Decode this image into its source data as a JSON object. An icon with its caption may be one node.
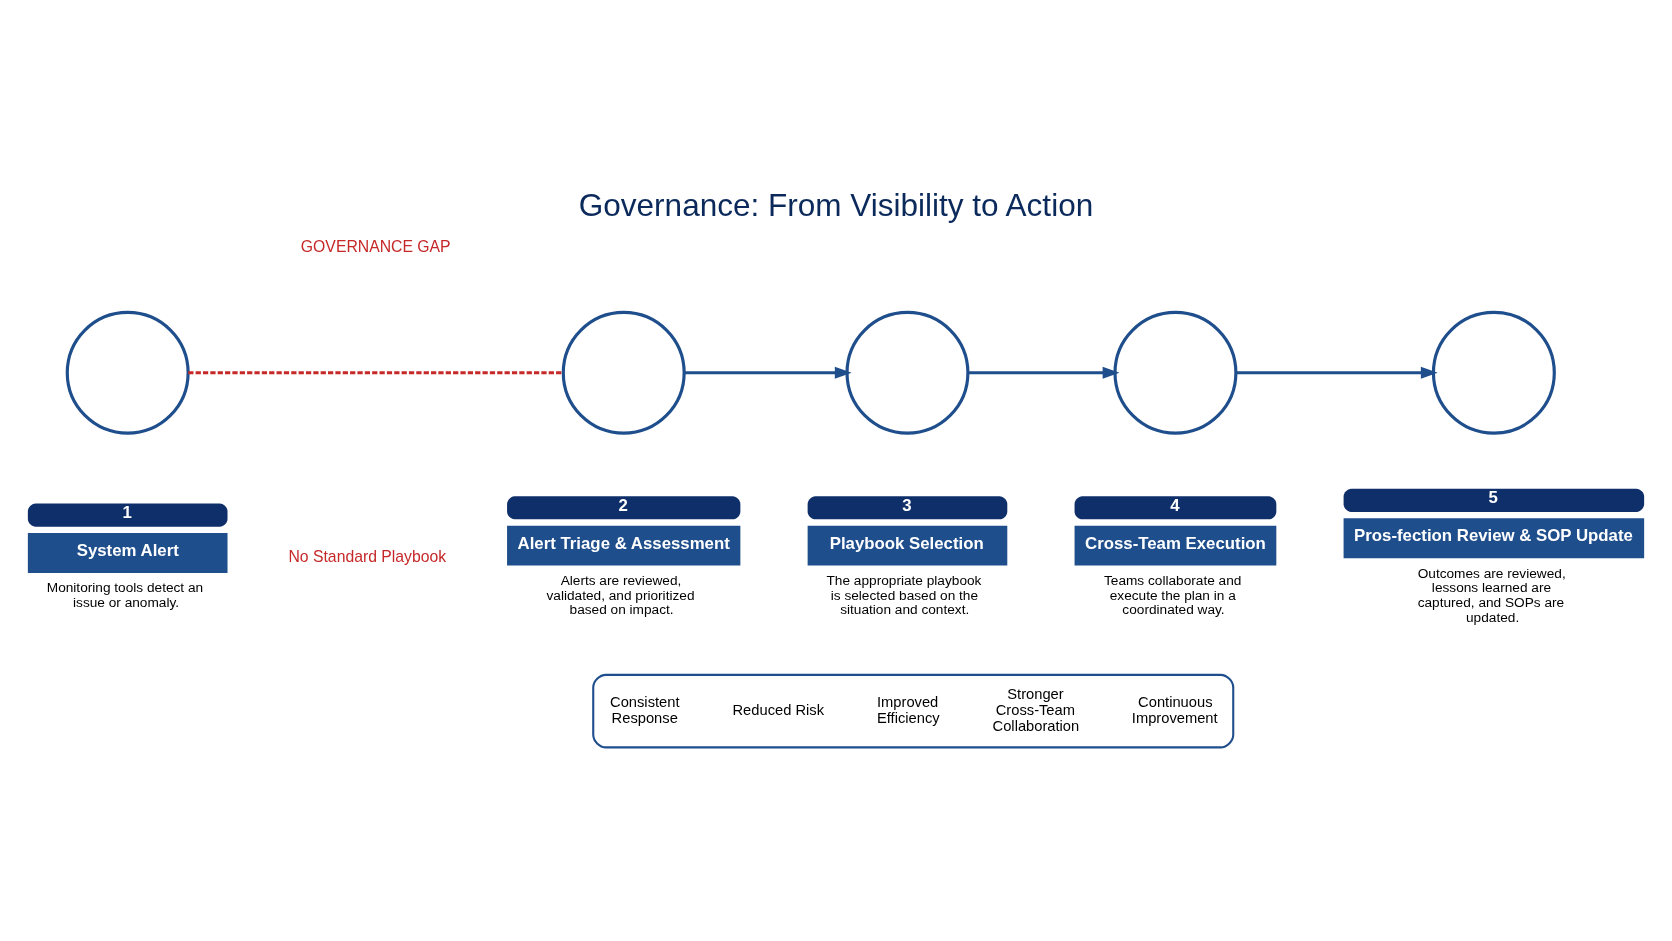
{
  "diagram": {
    "title": "Governance: From Visibility to Action",
    "nodes": [
      {
        "text": [],
        "shape": "circle"
      },
      {
        "text": [],
        "shape": "circle"
      },
      {
        "text": [],
        "shape": "circle"
      },
      {
        "text": [],
        "shape": "circle"
      },
      {
        "text": [],
        "shape": "circle"
      },
      {
        "text": [
          "1",
          "System Alert",
          "Monitoring tools detect an issue or anomaly."
        ]
      },
      {
        "text": [
          "2",
          "Alert Triage & Assessment",
          "Alerts are reviewed, validated, and prioritized based on impact."
        ]
      },
      {
        "text": [
          "3",
          "Playbook Selection",
          "The appropriate playbook is selected based on the situation and context."
        ]
      },
      {
        "text": [
          "4",
          "Cross-Team Execution",
          "Teams collaborate and execute the plan in a coordinated way."
        ]
      },
      {
        "text": [
          "5",
          "Pros-fection Review & SOP Update",
          "Outcomes are reviewed, lessons learned are captured, and SOPs are updated."
        ]
      },
      {
        "text": [],
        "shape": "box"
      },
      {
        "text": [
          "Consistent Response"
        ],
        "in": 10
      },
      {
        "text": [
          "Reduced Risk"
        ],
        "in": 10
      },
      {
        "text": [
          "Improved Efficiency"
        ],
        "in": 10
      },
      {
        "text": [
          "Stronger Cross-Team Collaboration"
        ],
        "in": 10
      },
      {
        "text": [
          "Continuous Improvement"
        ],
        "in": 10
      }
    ],
    "edges": [
      {
        "from": 0,
        "to": 1,
        "arrow": "none",
        "style": "dashed",
        "color": "#c62828"
      },
      {
        "from": 1,
        "to": 2,
        "arrow": "to"
      },
      {
        "from": 2,
        "to": 3,
        "arrow": "to"
      },
      {
        "from": 3,
        "to": 4,
        "arrow": "to"
      }
    ],
    "labels": [
      "GOVERNANCE GAP",
      "No Standard Playbook"
    ]
  }
}
